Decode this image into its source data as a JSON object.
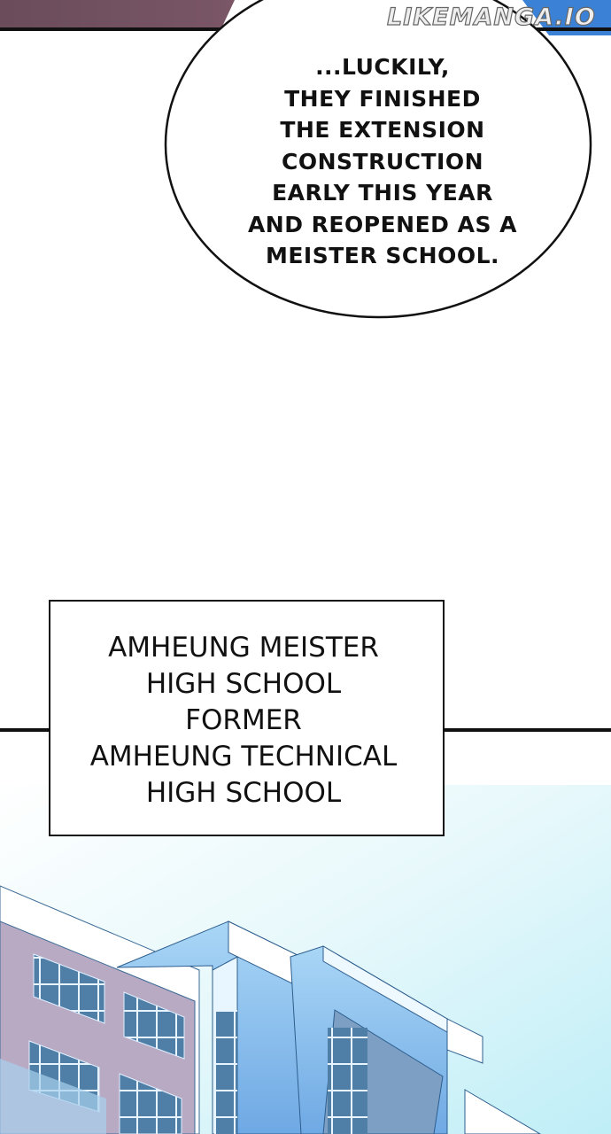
{
  "watermark": "LIKEMANGA.IO",
  "speech_bubble": {
    "lines": [
      "...LUCKILY,",
      "THEY FINISHED",
      "THE EXTENSION",
      "CONSTRUCTION",
      "EARLY THIS YEAR",
      "AND REOPENED AS A",
      "MEISTER SCHOOL."
    ]
  },
  "caption_box": {
    "lines": [
      "AMHEUNG MEISTER",
      "HIGH SCHOOL",
      "FORMER",
      "AMHEUNG TECHNICAL",
      "HIGH SCHOOL"
    ]
  },
  "colors": {
    "sky": "#cdeff8",
    "building_blue": "#8ec3f0",
    "brick": "#b8a8c0",
    "top_panel": "#6e5060"
  }
}
